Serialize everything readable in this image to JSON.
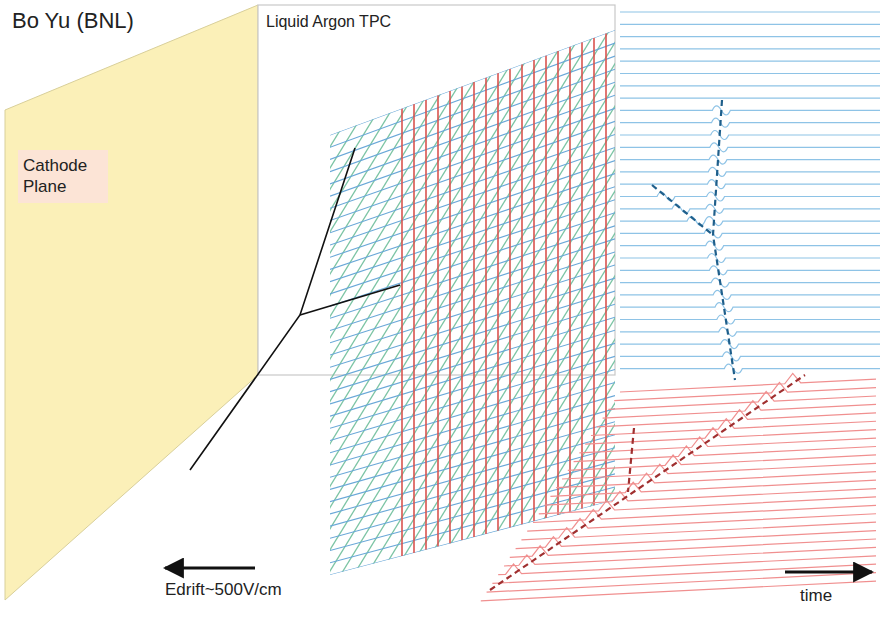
{
  "diagram": {
    "title": "Bo Yu (BNL)",
    "nodes": [
      {
        "text": [
          "Liquid Argon TPC"
        ]
      },
      {
        "text": [
          "Cathode Plane"
        ]
      }
    ],
    "labels": [
      "Edrift~500V/cm",
      "time"
    ]
  }
}
